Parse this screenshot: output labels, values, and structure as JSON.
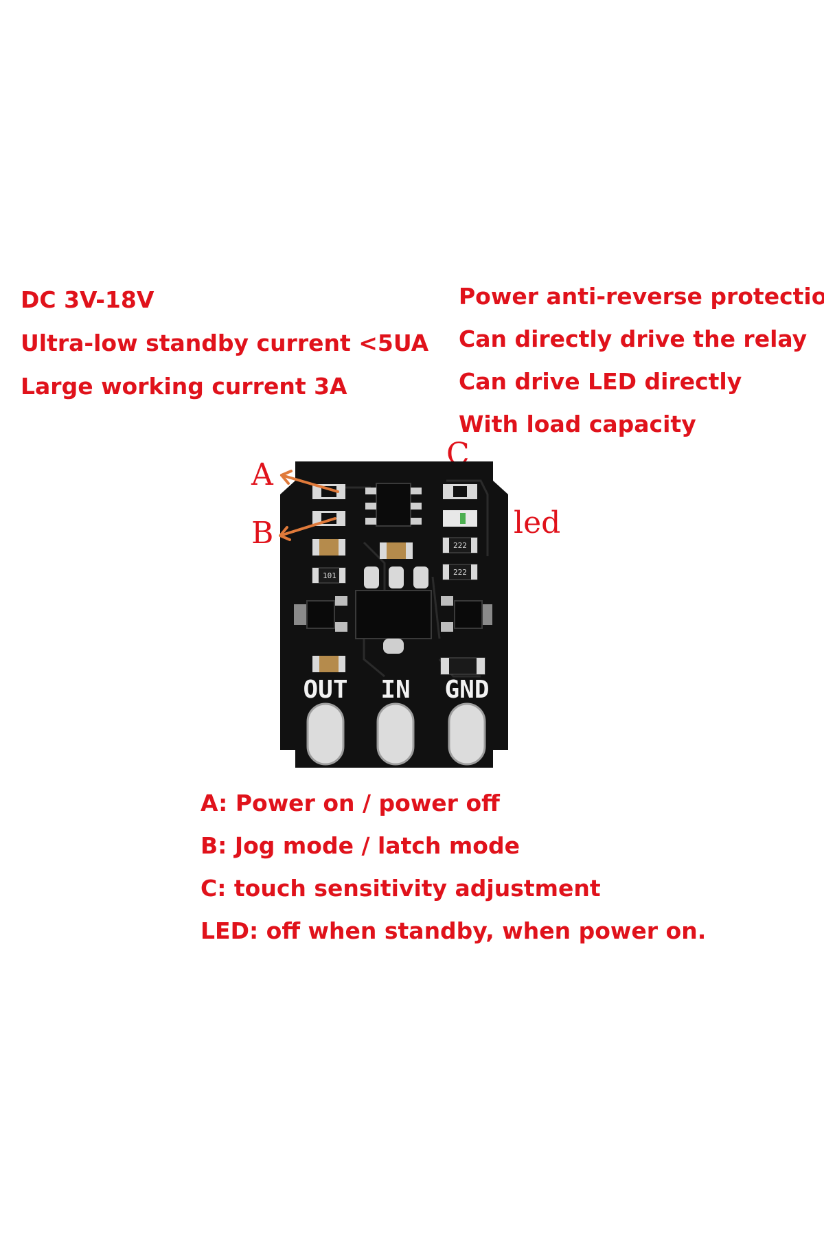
{
  "specs_left": [
    "DC 3V-18V",
    "Ultra-low standby current <5UA",
    "Large working current 3A"
  ],
  "specs_right": [
    "Power anti-reverse protection",
    "Can directly drive the relay",
    "Can drive LED directly",
    "With load capacity"
  ],
  "callouts": {
    "a": "A",
    "b": "B",
    "c": "C",
    "led": "led"
  },
  "board": {
    "pins": [
      "OUT",
      "IN",
      "GND"
    ],
    "resistor_codes": [
      "222",
      "222",
      "101"
    ]
  },
  "notes": [
    "A: Power on / power off",
    "B: Jog mode / latch mode",
    "C: touch sensitivity adjustment",
    "LED: off when standby, when power on."
  ],
  "colors": {
    "text_red": "#e0121b",
    "arrow_orange": "#e07a3a",
    "pcb_black": "#111111",
    "pad_silver": "#d9d9d9"
  }
}
